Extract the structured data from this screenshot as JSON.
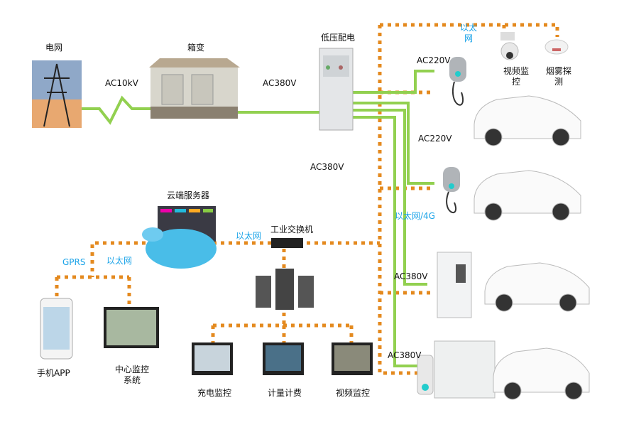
{
  "colors": {
    "power": "#92d050",
    "network": "#e48a1f",
    "net_label": "#1aa3e8"
  },
  "labels": {
    "grid": "电网",
    "transformer": "箱变",
    "low_voltage": "低压配电",
    "ac10kv": "AC10kV",
    "ac380_main": "AC380V",
    "ac220_top": "AC220V",
    "ethernet_top": "以太网",
    "video_cam": "视频监控",
    "smoke": "烟雾探测",
    "ac220_mid": "AC220V",
    "ac380_mid": "AC380V",
    "eth4g": "以太网/4G",
    "ac380_c3": "AC380V",
    "ac380_c4": "AC380V",
    "cloud": "云端服务器",
    "eth_cloud": "以太网",
    "switch": "工业交换机",
    "gprs": "GPRS",
    "eth_left": "以太网",
    "app": "手机APP",
    "center": "中心监控系统",
    "charge_mon": "充电监控",
    "billing": "计量计费",
    "video_mon": "视频监控"
  }
}
